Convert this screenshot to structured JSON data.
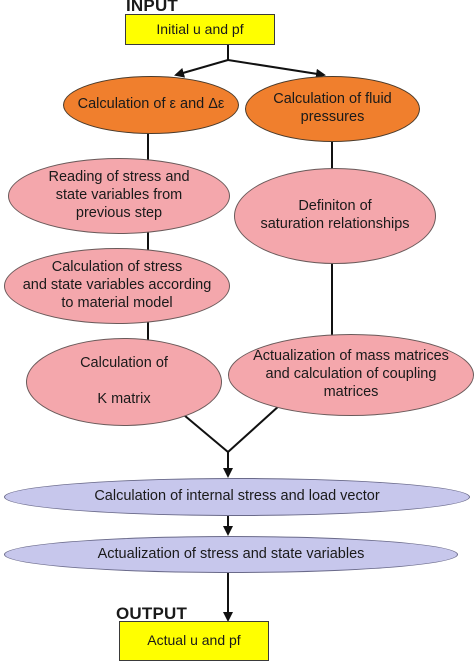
{
  "labels": {
    "input": "INPUT",
    "output": "OUTPUT"
  },
  "nodes": {
    "initial": "Initial u and pf",
    "calc_eps": "Calculation of ε and Δε",
    "calc_fluid": "Calculation of fluid\npressures",
    "reading": "Reading of stress and\nstate variables from\nprevious step",
    "definition_sat": "Definiton of\nsaturation relationships",
    "calc_stress_model": "Calculation of stress\nand state variables according\nto material model",
    "calc_k_line1": "Calculation of",
    "calc_k_line2": "K matrix",
    "actualization_mass": "Actualization of mass matrices\nand calculation of coupling\nmatrices",
    "internal_stress": "Calculation of internal stress and load vector",
    "actualization_stress": "Actualization of stress and state variables",
    "actual": "Actual u and pf"
  },
  "colors": {
    "input_output_box": "#ffff00",
    "top_ellipses": "#f07f2d",
    "middle_ellipses": "#f4a7ac",
    "bottom_ellipses": "#c7c7ec",
    "connector": "#111111"
  }
}
